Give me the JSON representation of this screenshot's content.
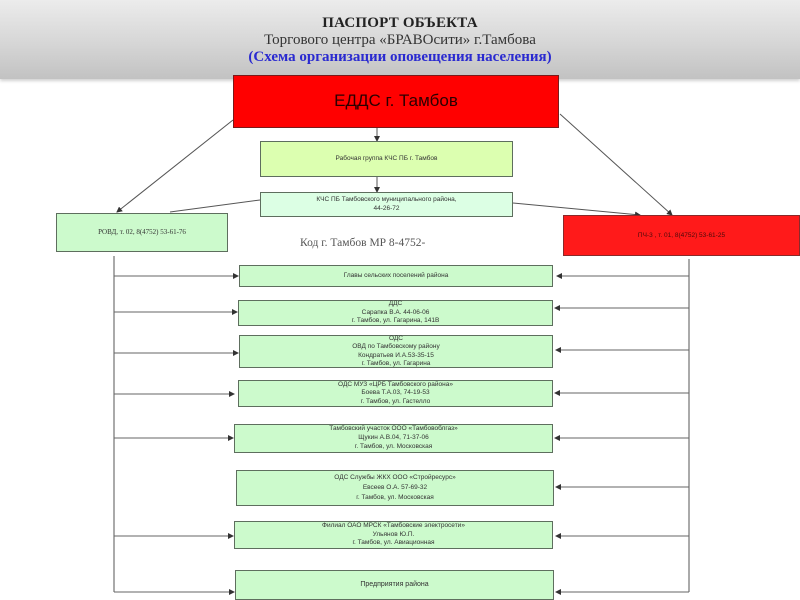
{
  "header": {
    "title": "ПАСПОРТ ОБЪЕКТА",
    "subtitle": "Торгового центра «БРАВОсити» г.Тамбова",
    "scheme": "(Схема организации оповещения населения)"
  },
  "nodes": {
    "edds": "ЕДДС г. Тамбов",
    "working_group": "Рабочая группа КЧС ПБ г. Тамбов",
    "kchs": [
      "КЧС ПБ Тамбовского муниципального района,",
      "44-26-72"
    ],
    "rovd": "РОВД, т. 02, 8(4752) 53-61-76",
    "pch": "ПЧ-3 , т. 01, 8(4752) 53-61-25",
    "code": "Код г. Тамбов МР 8-4752-",
    "list": [
      {
        "lines": [
          "Главы сельских поселений района"
        ]
      },
      {
        "lines": [
          "ДДС",
          "Сарапка В.А. 44-06-06",
          "г. Тамбов, ул. Гагарина, 141В"
        ]
      },
      {
        "lines": [
          "ОДС",
          "ОВД по Тамбовскому району",
          "Кондратьев И.А.53-35-15",
          "г. Тамбов, ул. Гагарина"
        ]
      },
      {
        "lines": [
          "ОДС МУЗ «ЦРБ Тамбовского района»",
          "Боева Т.А.03, 74-19-53",
          "г. Тамбов, ул. Гастелло"
        ]
      },
      {
        "lines": [
          "Тамбовский участок ООО «Тамбовоблгаз»",
          "Щукин А.В.04, 71-37-06",
          "г. Тамбов, ул. Московская"
        ]
      },
      {
        "lines": [
          "ОДС Службы ЖКХ ООО «Стройресурс»",
          "Евсеев О.А. 57-69-32",
          "г. Тамбов, ул. Московская"
        ]
      },
      {
        "lines": [
          "Филиал ОАО МРСК «Тамбовские электросети»",
          "Ульянов Ю.П.",
          "г. Тамбов, ул. Авиационная"
        ]
      },
      {
        "lines": [
          "Предприятия района"
        ]
      }
    ]
  },
  "colors": {
    "edds": "#ff0000",
    "pch": "#ff1a1a",
    "green_box": "#ccfacc",
    "scheme_text": "#2a2ad0"
  }
}
